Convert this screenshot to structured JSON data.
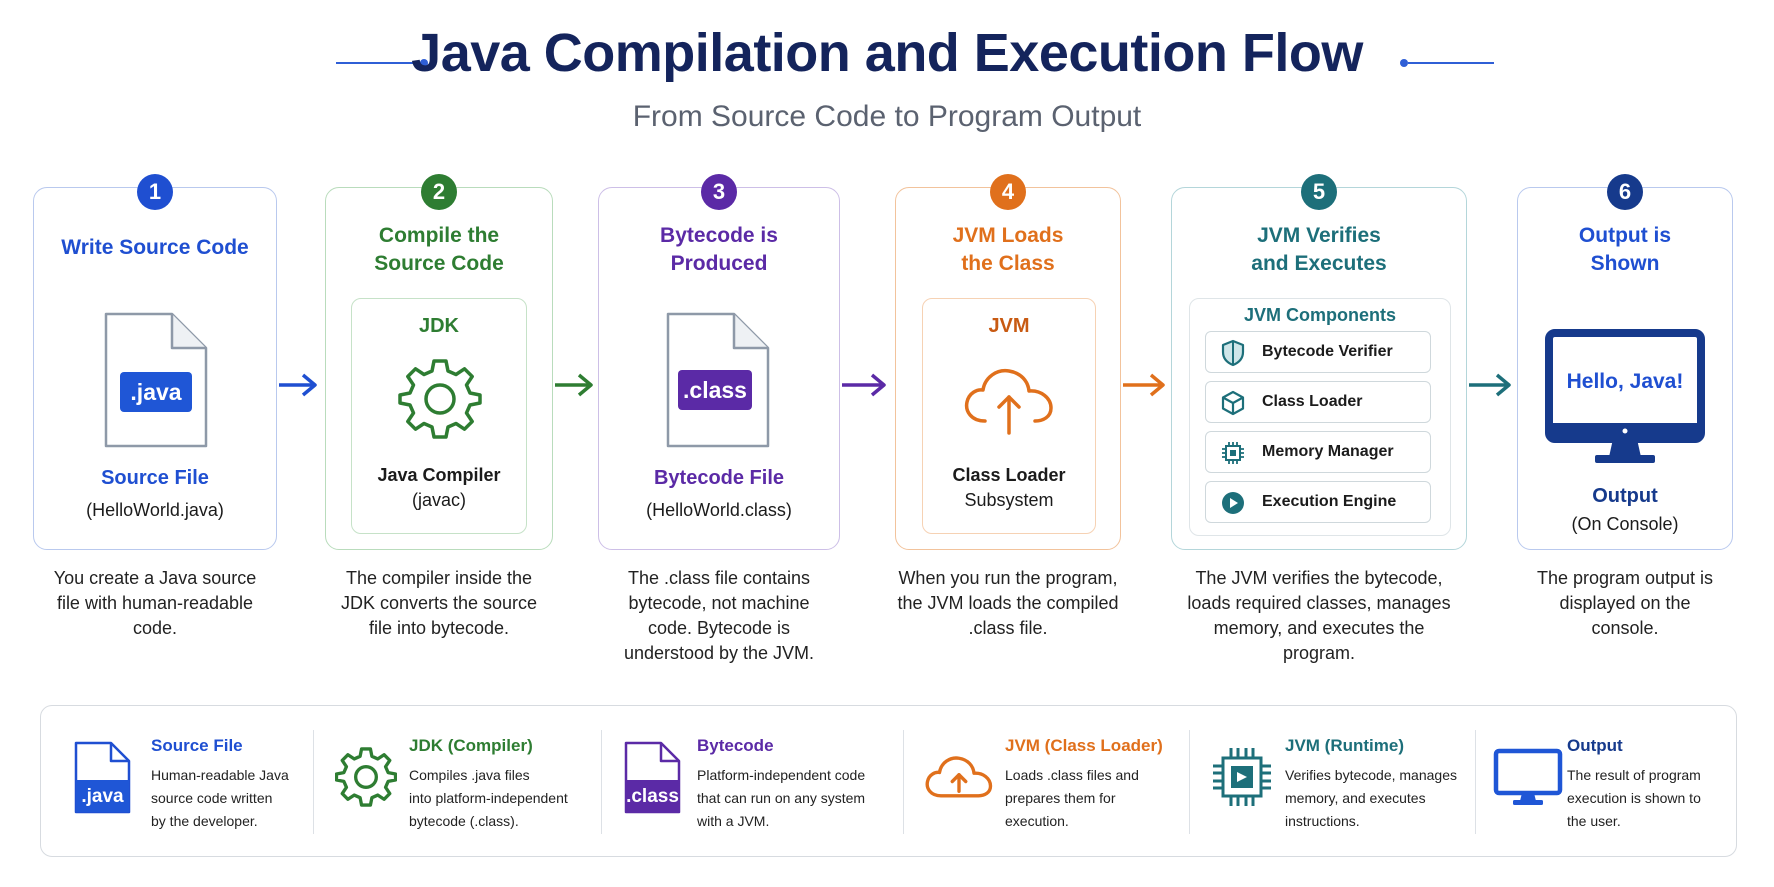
{
  "header": {
    "title": "Java Compilation and Execution Flow",
    "subtitle": "From Source Code to Program Output"
  },
  "colors": {
    "blue": "#1f4fd1",
    "green": "#2e7d32",
    "purple": "#5b2aa6",
    "orange": "#e0701c",
    "teal": "#1d6f7a",
    "navy": "#163a8c"
  },
  "steps": [
    {
      "number": "1",
      "title": "Write Source Code",
      "file_tag": ".java",
      "caption_title": "Source File",
      "caption_sub": "(HelloWorld.java)",
      "description": "You create a Java source file with human-readable code."
    },
    {
      "number": "2",
      "title": "Compile the Source Code",
      "box_label": "JDK",
      "caption_title": "Java Compiler",
      "caption_sub": "(javac)",
      "description": "The compiler inside the JDK converts the source file into bytecode."
    },
    {
      "number": "3",
      "title": "Bytecode is Produced",
      "file_tag": ".class",
      "caption_title": "Bytecode File",
      "caption_sub": "(HelloWorld.class)",
      "description": "The .class file contains bytecode, not machine code. Bytecode is understood by the JVM."
    },
    {
      "number": "4",
      "title": "JVM Loads the Class",
      "box_label": "JVM",
      "caption_title": "Class Loader",
      "caption_sub": "Subsystem",
      "description": "When you run the program, the JVM loads the compiled .class file."
    },
    {
      "number": "5",
      "title": "JVM Verifies and Executes",
      "box_label": "JVM Components",
      "components": [
        "Bytecode Verifier",
        "Class Loader",
        "Memory Manager",
        "Execution Engine"
      ],
      "description": "The JVM verifies the bytecode, loads required classes, manages memory, and executes the program."
    },
    {
      "number": "6",
      "title": "Output is Shown",
      "screen_text": "Hello, Java!",
      "caption_title": "Output",
      "caption_sub": "(On Console)",
      "description": "The program output is displayed on the console."
    }
  ],
  "legend": [
    {
      "title": "Source File",
      "icon": "java-file-icon",
      "tag": ".java",
      "desc": [
        "Human-readable Java",
        "source code written",
        "by the developer."
      ]
    },
    {
      "title": "JDK (Compiler)",
      "icon": "gear-icon",
      "desc": [
        "Compiles .java files",
        "into platform-independent",
        "bytecode (.class)."
      ]
    },
    {
      "title": "Bytecode",
      "icon": "class-file-icon",
      "tag": ".class",
      "desc": [
        "Platform-independent code",
        "that can run on any system",
        "with a JVM."
      ]
    },
    {
      "title": "JVM (Class Loader)",
      "icon": "cloud-upload-icon",
      "desc": [
        "Loads .class files and",
        "prepares them for",
        "execution."
      ]
    },
    {
      "title": "JVM (Runtime)",
      "icon": "chip-icon",
      "desc": [
        "Verifies bytecode, manages",
        "memory, and executes",
        "instructions."
      ]
    },
    {
      "title": "Output",
      "icon": "monitor-icon",
      "desc": [
        "The result of program",
        "execution is shown to",
        "the user."
      ]
    }
  ]
}
